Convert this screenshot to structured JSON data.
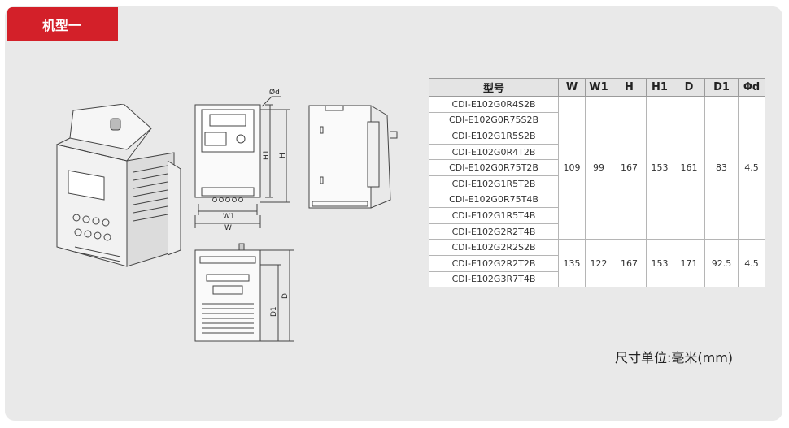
{
  "tab": {
    "label": "机型一"
  },
  "drawing_labels": {
    "phi_d": "Ød",
    "h1": "H1",
    "h": "H",
    "w1": "W1",
    "w": "W",
    "d": "D",
    "d1": "D1"
  },
  "table": {
    "headers": [
      "型号",
      "W",
      "W1",
      "H",
      "H1",
      "D",
      "D1",
      "Φd"
    ],
    "groups": [
      {
        "models": [
          "CDI-E102G0R4S2B",
          "CDI-E102G0R75S2B",
          "CDI-E102G1R5S2B",
          "CDI-E102G0R4T2B",
          "CDI-E102G0R75T2B",
          "CDI-E102G1R5T2B",
          "CDI-E102G0R75T4B",
          "CDI-E102G1R5T4B",
          "CDI-E102G2R2T4B"
        ],
        "dims": [
          "109",
          "99",
          "167",
          "153",
          "161",
          "83",
          "4.5"
        ]
      },
      {
        "models": [
          "CDI-E102G2R2S2B",
          "CDI-E102G2R2T2B",
          "CDI-E102G3R7T4B"
        ],
        "dims": [
          "135",
          "122",
          "167",
          "153",
          "171",
          "92.5",
          "4.5"
        ]
      }
    ]
  },
  "unit_note": "尺寸单位:毫米(mm)"
}
